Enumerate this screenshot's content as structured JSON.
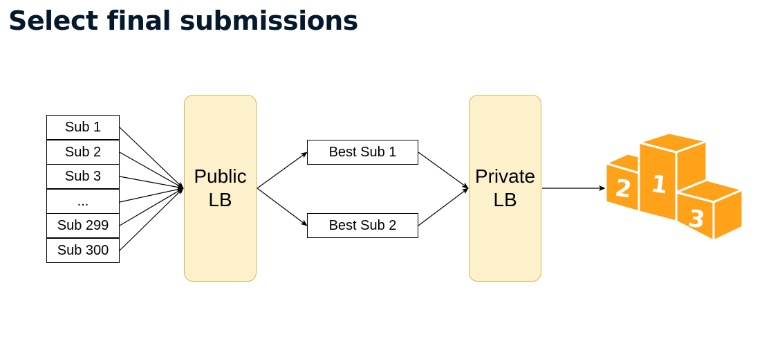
{
  "title": "Select final submissions",
  "submissions": [
    "Sub 1",
    "Sub 2",
    "Sub 3",
    "...",
    "Sub 299",
    "Sub 300"
  ],
  "public_lb": {
    "label": "Public\nLB"
  },
  "best_subs": [
    "Best Sub 1",
    "Best Sub 2"
  ],
  "private_lb": {
    "label": "Private\nLB"
  },
  "podium": {
    "icon": "podium-icon",
    "places": [
      "2",
      "1",
      "3"
    ],
    "color": "#ffa21a"
  },
  "colors": {
    "title": "#05192d",
    "lb_fill": "#fdf1cc",
    "lb_border": "#d6b656"
  }
}
